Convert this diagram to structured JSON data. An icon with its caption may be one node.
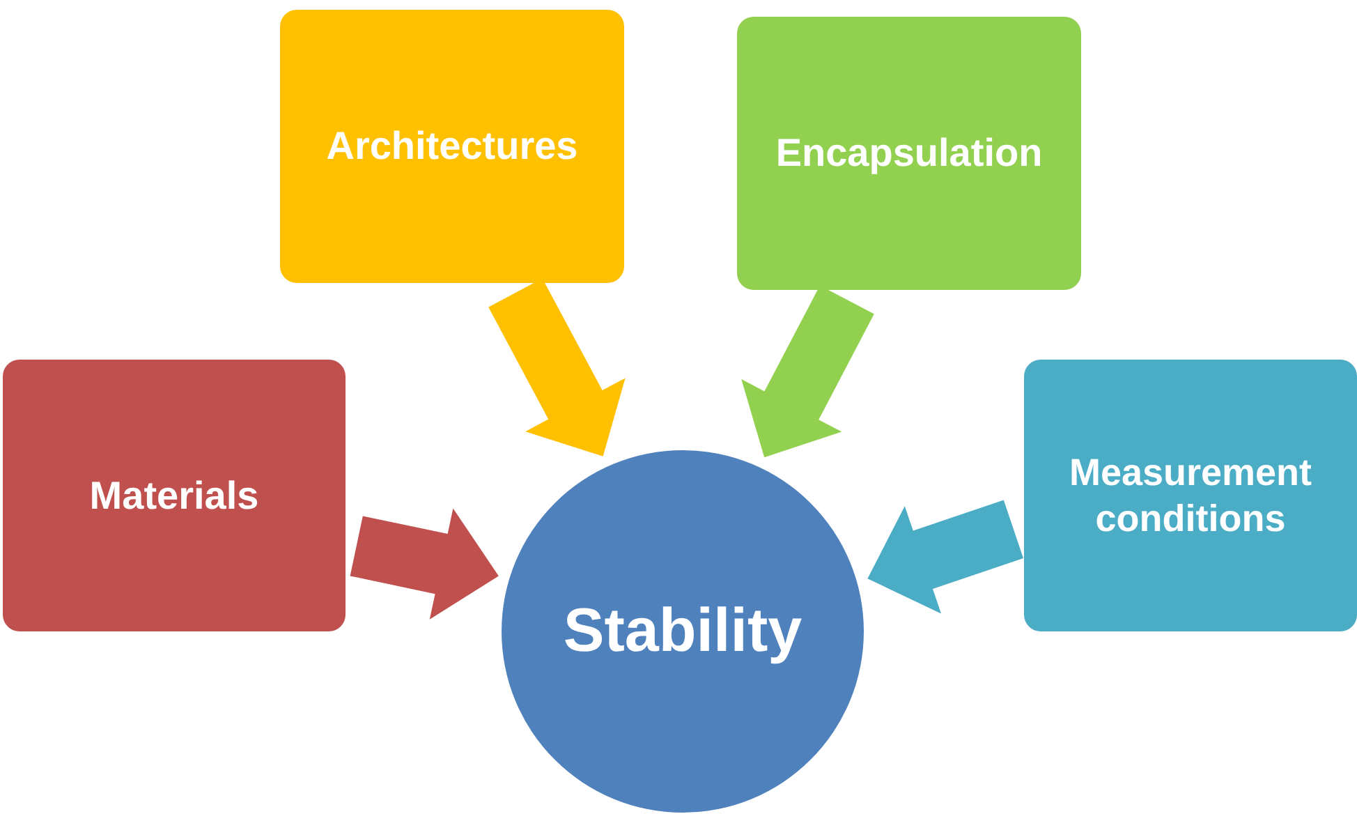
{
  "diagram": {
    "nodes": [
      {
        "text": [
          "Architectures"
        ]
      },
      {
        "text": [
          "Encapsulation"
        ]
      },
      {
        "text": [
          "Materials"
        ]
      },
      {
        "text": [
          "Measurement conditions"
        ]
      },
      {
        "text": [
          "Stability"
        ]
      }
    ],
    "edges": [
      {
        "from": 0,
        "to": 4,
        "arrow": "to",
        "style": "thick",
        "color": "#ffc000"
      },
      {
        "from": 1,
        "to": 4,
        "arrow": "to",
        "style": "thick",
        "color": "#92d050"
      },
      {
        "from": 2,
        "to": 4,
        "arrow": "to",
        "style": "thick",
        "color": "#c0504d"
      },
      {
        "from": 3,
        "to": 4,
        "arrow": "to",
        "style": "thick",
        "color": "#4bacc6"
      }
    ]
  }
}
